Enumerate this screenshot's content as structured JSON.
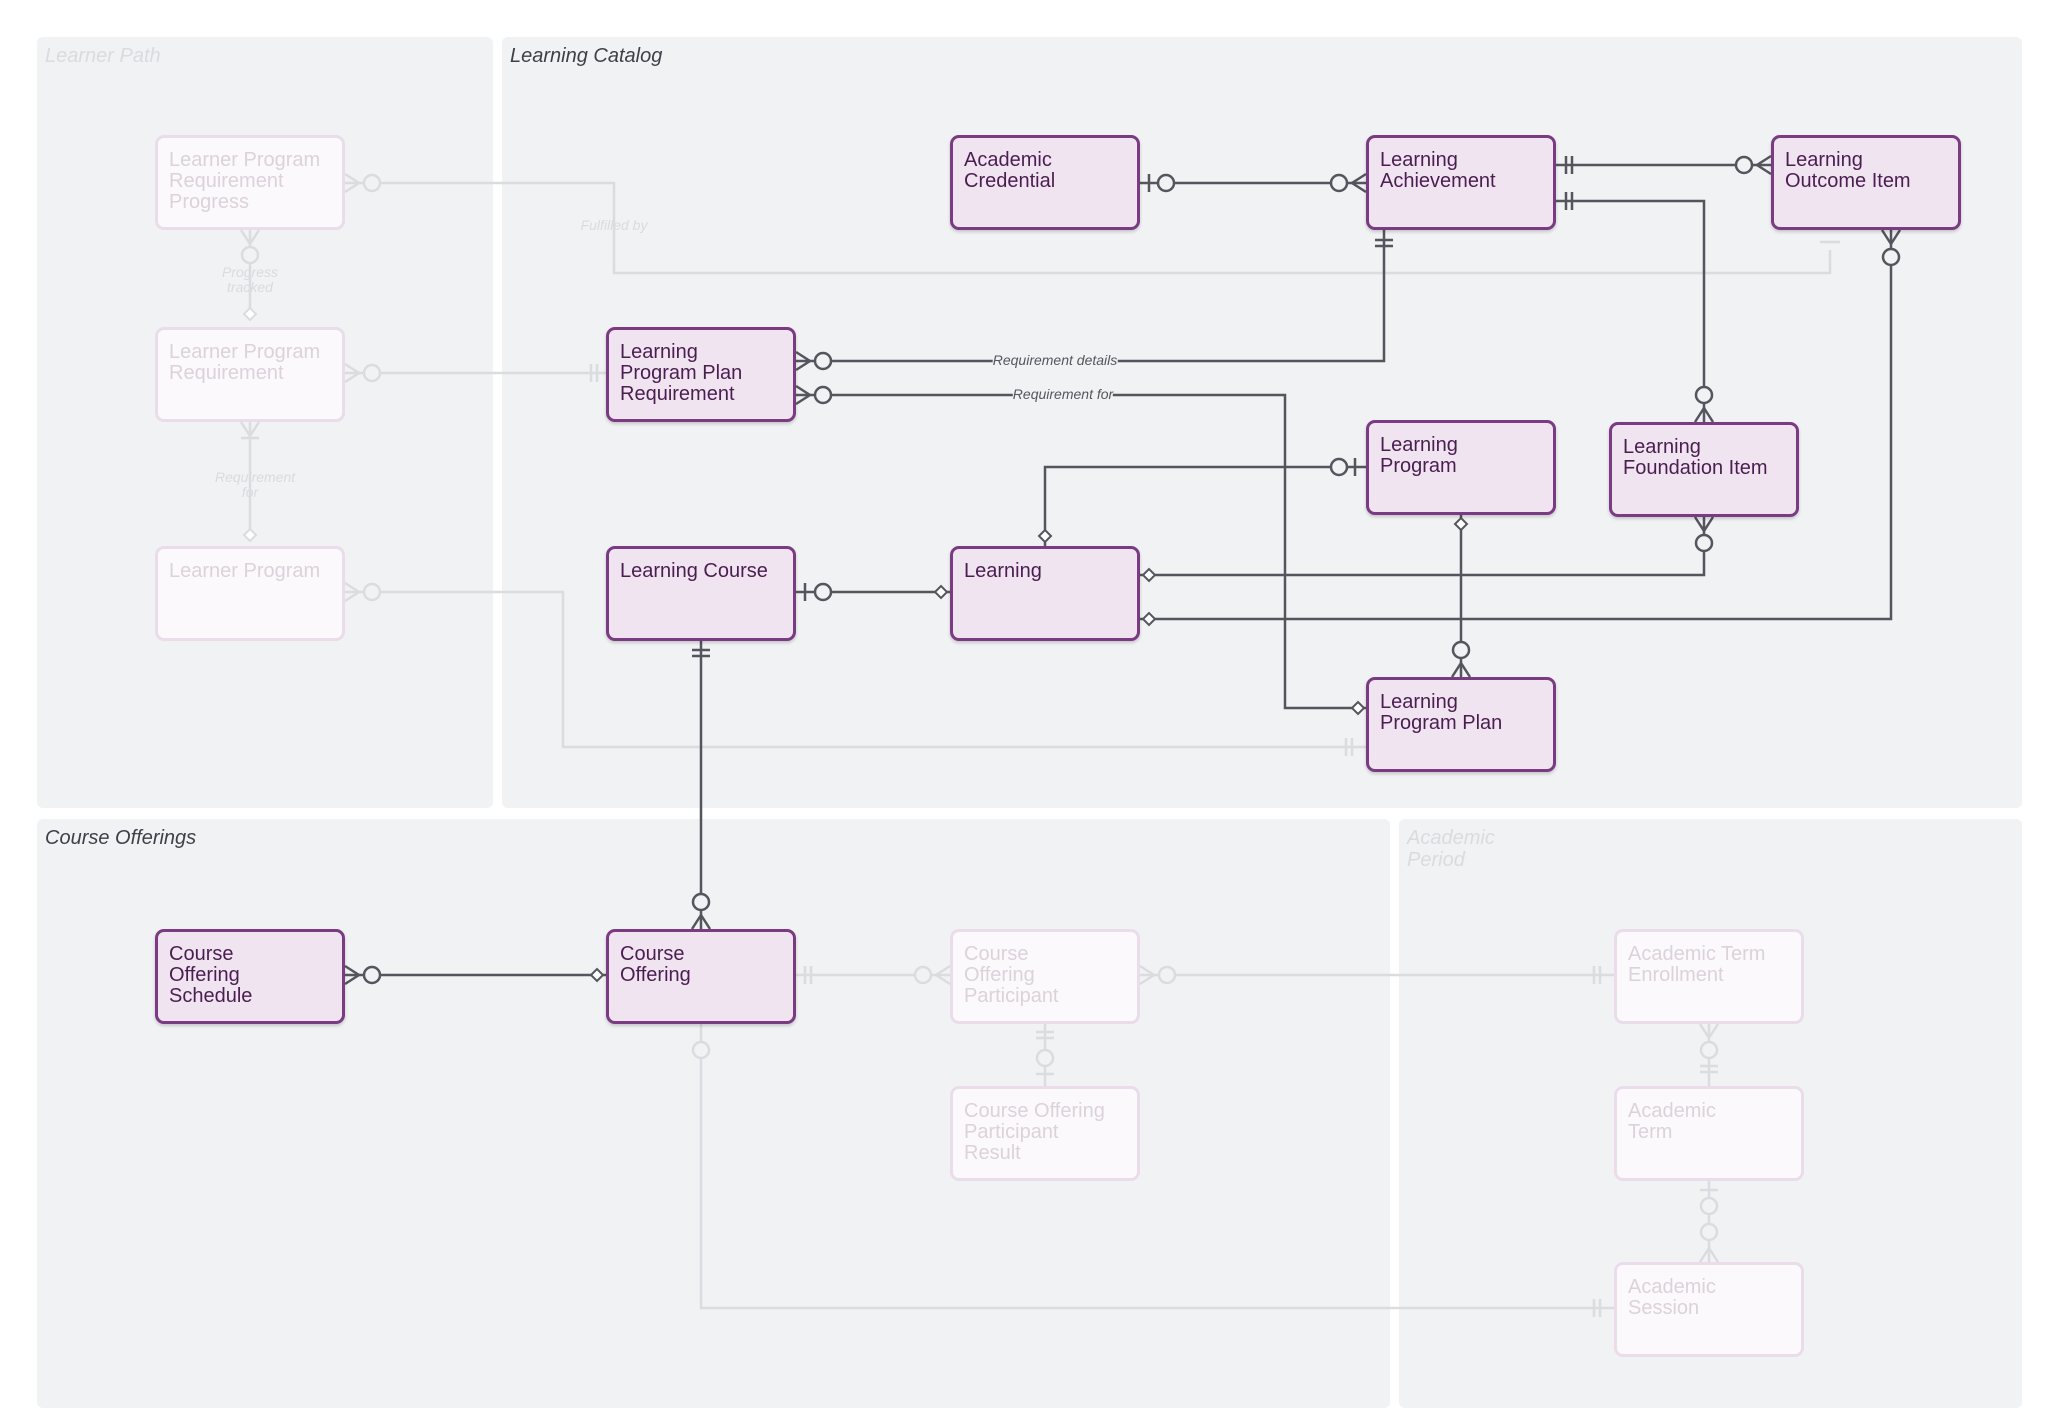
{
  "groups": {
    "learner_path": "Learner Path",
    "learning_catalog": "Learning Catalog",
    "course_offerings": "Course Offerings",
    "academic_period": "Academic\nPeriod"
  },
  "entities": {
    "lprp": "Learner Program\nRequirement\nProgress",
    "lpr": "Learner Program\nRequirement",
    "lp": "Learner Program",
    "academic_credential": "Academic\nCredential",
    "learning_achievement": "Learning\nAchievement",
    "learning_outcome_item": "Learning\nOutcome Item",
    "lppr": "Learning\nProgram Plan\nRequirement",
    "learning_program": "Learning\nProgram",
    "learning_foundation_item": "Learning\nFoundation Item",
    "learning_course": "Learning Course",
    "learning": "Learning",
    "learning_program_plan": "Learning\nProgram Plan",
    "course_offering_schedule": "Course\nOffering\nSchedule",
    "course_offering": "Course\nOffering",
    "course_offering_participant": "Course\nOffering\nParticipant",
    "course_offering_participant_result": "Course Offering\nParticipant\nResult",
    "academic_term_enrollment": "Academic Term\nEnrollment",
    "academic_term": "Academic\nTerm",
    "academic_session": "Academic\nSession"
  },
  "edge_labels": {
    "fulfilled_by": "Fulfilled by",
    "progress_tracked": "Progress\ntracked",
    "requirement_for_faded": "Requirement\nfor",
    "requirement_details": "Requirement details",
    "requirement_for": "Requirement for"
  },
  "colors": {
    "entity_border": "#7b3b83",
    "entity_fill": "#f1e4f1",
    "edge": "#55555e",
    "faded": "#dadce0",
    "group_fill": "#f1f2f4"
  }
}
